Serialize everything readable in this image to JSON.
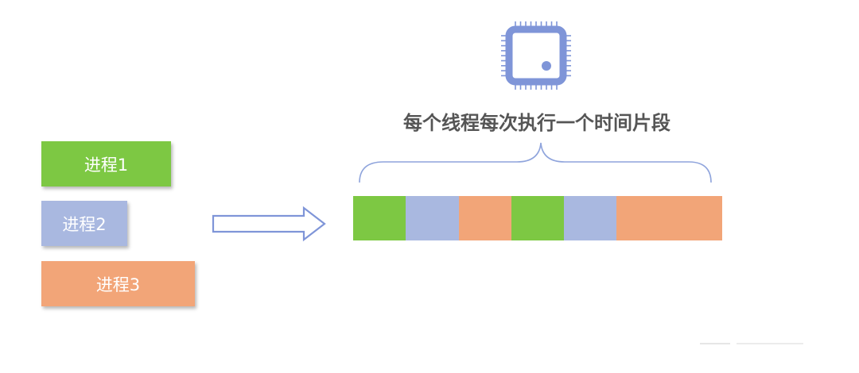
{
  "processes": [
    {
      "label": "进程1",
      "color": "#7dc843"
    },
    {
      "label": "进程2",
      "color": "#a9b8e0"
    },
    {
      "label": "进程3",
      "color": "#f2a578"
    }
  ],
  "caption": "每个线程每次执行一个时间片段",
  "cpu_icon": {
    "name": "cpu-chip-icon",
    "color": "#7f95d8"
  },
  "arrow_icon": {
    "name": "right-arrow-icon",
    "color": "#7f95d8"
  },
  "brace_icon": {
    "name": "curly-brace-icon",
    "color": "#8fa4dc"
  },
  "time_slices": [
    {
      "process": "进程1",
      "color": "#7dc843",
      "share": 1
    },
    {
      "process": "进程2",
      "color": "#a9b8e0",
      "share": 1
    },
    {
      "process": "进程3",
      "color": "#f2a578",
      "share": 1
    },
    {
      "process": "进程1",
      "color": "#7dc843",
      "share": 1
    },
    {
      "process": "进程2",
      "color": "#a9b8e0",
      "share": 1
    },
    {
      "process": "进程3",
      "color": "#f2a578",
      "share": 2
    }
  ]
}
